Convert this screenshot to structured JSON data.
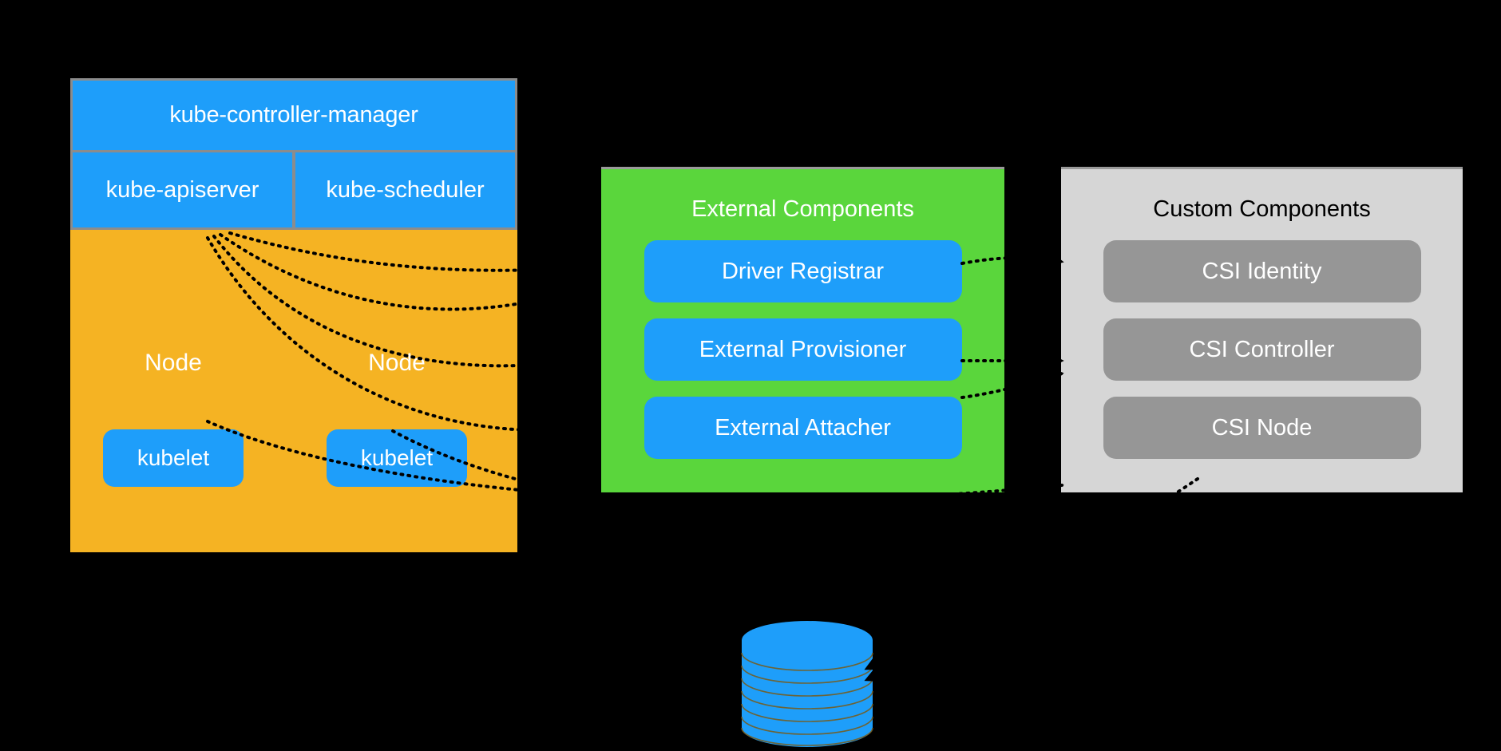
{
  "diagram": {
    "title": "Kubernetes CSI architecture",
    "background_color": "#000000",
    "colors": {
      "blue": "#1e9efa",
      "orange": "#f5b323",
      "green": "#5ad63c",
      "light_gray": "#d6d6d6",
      "medium_gray": "#969696",
      "border_gray": "#8c8c8c",
      "white": "#ffffff",
      "black": "#000000"
    }
  },
  "k8s_cluster": {
    "controller_manager_label": "kube-controller-manager",
    "apiserver_label": "kube-apiserver",
    "scheduler_label": "kube-scheduler",
    "nodes": [
      {
        "node_label": "Node",
        "kubelet_label": "kubelet"
      },
      {
        "node_label": "Node",
        "kubelet_label": "kubelet"
      }
    ]
  },
  "external_components": {
    "title": "External Components",
    "boxes": [
      {
        "label": "Driver Registrar"
      },
      {
        "label": "External Provisioner"
      },
      {
        "label": "External Attacher"
      }
    ]
  },
  "custom_components": {
    "title": "Custom Components",
    "boxes": [
      {
        "label": "CSI Identity"
      },
      {
        "label": "CSI Controller"
      },
      {
        "label": "CSI Node"
      }
    ]
  },
  "datastore": {
    "icon": "database-cylinder-icon",
    "color": "#1e9efa",
    "layers": 7
  },
  "edges": {
    "style": "dotted",
    "color": "#000000",
    "arrowhead": "filled-triangle",
    "connections": [
      {
        "from": "kube-apiserver",
        "to": "Driver Registrar"
      },
      {
        "from": "kube-apiserver",
        "to": "Driver Registrar"
      },
      {
        "from": "kube-apiserver",
        "to": "External Provisioner"
      },
      {
        "from": "kube-apiserver",
        "to": "External Attacher"
      },
      {
        "from": "kubelet",
        "to": "CSI Node"
      },
      {
        "from": "kubelet",
        "to": "CSI Node"
      },
      {
        "from": "Driver Registrar",
        "to": "CSI Identity"
      },
      {
        "from": "External Provisioner",
        "to": "CSI Controller"
      },
      {
        "from": "External Attacher",
        "to": "CSI Controller"
      },
      {
        "from": "CSI Node",
        "to": "etcd datastore"
      },
      {
        "from": "CSI Node",
        "to": "etcd datastore"
      }
    ]
  }
}
